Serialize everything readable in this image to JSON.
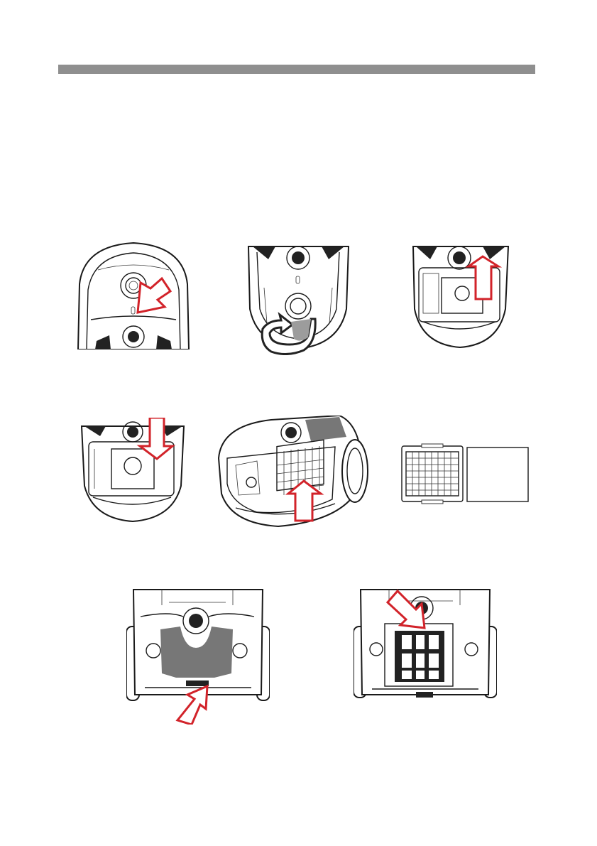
{
  "page": {
    "figures": [
      {
        "id": "fig-1",
        "subject": "vacuum-top-hose-inlet"
      },
      {
        "id": "fig-2",
        "subject": "vacuum-lid-rotate"
      },
      {
        "id": "fig-3",
        "subject": "bag-holder-lift"
      },
      {
        "id": "fig-4",
        "subject": "bag-holder-insert"
      },
      {
        "id": "fig-5",
        "subject": "filter-frame-lift"
      },
      {
        "id": "fig-6",
        "subject": "motor-filter-and-pad"
      },
      {
        "id": "fig-7",
        "subject": "exhaust-grille-release"
      },
      {
        "id": "fig-8",
        "subject": "exhaust-filter-remove"
      }
    ]
  },
  "colors": {
    "header_bar": "#8f8f8f",
    "arrow_outline": "#d2232a",
    "line_art": "#1a1a1a"
  },
  "icons": [
    "arrow-down-left-icon",
    "rotate-arrow-icon",
    "arrow-up-icon",
    "arrow-down-icon",
    "arrow-up-icon",
    "arrow-up-right-icon",
    "arrow-down-right-icon"
  ]
}
